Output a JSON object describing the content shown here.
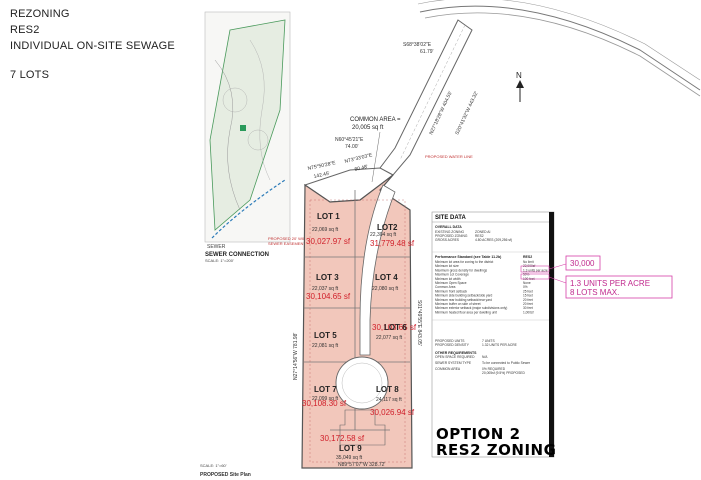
{
  "header": {
    "line1": "REZONING",
    "line2": "RES2",
    "line3": "INDIVIDUAL ON-SITE SEWAGE",
    "line4": "7 LOTS"
  },
  "north_label": "N",
  "bearings": {
    "top_right": "S68°38'02\"E",
    "top_right_dist": "61.79'",
    "access_left": "N27°18'28\"W  404.55'",
    "access_right": "S20°41'32\"W  443.32'",
    "west_1": "N75°50'28\"E",
    "west_1_dist": "142.45'",
    "west_2": "N73°33'03\"E",
    "west_2_dist": "80.48'",
    "mid": "N60°45'21\"E",
    "mid_dist": "74.00'",
    "bottom": "N89°57'07\"W  328.72'",
    "west_long": "N27°14'56\"W  781.98'",
    "east_long": "S01°49'55\"E  843.05'"
  },
  "common_area": {
    "label": "COMMON AREA =",
    "value": "20,005 sq ft"
  },
  "waterline_note": "PROPOSED WATER LINE",
  "sewer": {
    "title": "SEWER CONNECTION",
    "scale": "SCALE: 1\"=200'",
    "note1": "PROPOSED 20' WIDE",
    "note2": "SEWER EASEMENT"
  },
  "lots": [
    {
      "name": "LOT 1",
      "sqft": "22,069 sq ft",
      "sf": "30,027.97 sf"
    },
    {
      "name": "LOT2",
      "sqft": "22,304 sq ft",
      "sf": "31,779.48 sf"
    },
    {
      "name": "LOT 3",
      "sqft": "22,037 sq ft",
      "sf": "30,104.65 sf"
    },
    {
      "name": "LOT 4",
      "sqft": "22,080 sq ft",
      "sf": ""
    },
    {
      "name": "LOT 5",
      "sqft": "22,081 sq ft",
      "sf": ""
    },
    {
      "name": "LOT 6",
      "sqft": "22,077 sq ft",
      "sf": "30,103.65 sf"
    },
    {
      "name": "LOT 7",
      "sqft": "22,099 sq ft",
      "sf": "30,108.30 sf"
    },
    {
      "name": "LOT 8",
      "sqft": "24,117 sq ft",
      "sf": "30,026.94 sf"
    },
    {
      "name": "LOT 9",
      "sqft": "35,049 sq ft",
      "sf": "30,172.58 sf"
    }
  ],
  "site_data": {
    "title": "SITE DATA",
    "overall": "OVERALL DATA",
    "existing": "EXISTING ZONING",
    "existing_v": "ZONED AI",
    "proposed": "PROPOSED ZONING",
    "proposed_v": "RES2",
    "gross": "GROSS ACRES",
    "gross_v": "4.80 ACRES (209,256 sf)",
    "perf_title": "Performance Standard (see Table 11.2b)",
    "perf_col": "RES2",
    "rows": [
      {
        "k": "Minimum lot area for zoning to the district",
        "v": "No limit"
      },
      {
        "k": "Minimum lot size",
        "v": "22,000sf"
      },
      {
        "k": "Maximum gross density for dwellings",
        "v": "1.3 units per acre"
      },
      {
        "k": "Maximum Lot Coverage",
        "v": "50%"
      },
      {
        "k": "Minimum lot width",
        "v": "100 feet"
      },
      {
        "k": "Minimum Open Space",
        "v": "None"
      },
      {
        "k": "Common Area",
        "v": "0%"
      },
      {
        "k": "Minimum front setback",
        "v": "25 feet"
      },
      {
        "k": "Minimum side building setback/side yard",
        "v": "15 feet"
      },
      {
        "k": "Minimum rear building setback/rear yard",
        "v": "20 feet"
      },
      {
        "k": "Minimum buffer on side of street",
        "v": "20 feet"
      },
      {
        "k": "Minimum exterior setback (major subdivisions only)",
        "v": "30 feet"
      },
      {
        "k": "Minimum heated floor area per dwelling unit",
        "v": "1,000sf"
      }
    ],
    "units": "PROPOSED UNITS",
    "units_v": "7 UNITS",
    "density": "PROPOSED DENSITY",
    "density_v": "1.32 UNITS PER ACRE",
    "other": "OTHER REQUIREMENTS",
    "open": "OPEN SPACE REQUIRED",
    "open_v": "N/A",
    "sewer": "SEWER SYSTEM TYPE",
    "sewer_v": "To be connected to Public Sewer",
    "common": "COMMON AREA",
    "common_v": "0% REQUIRED",
    "common_v2": "20,005sf (9.5%) PROPOSED"
  },
  "callouts": {
    "min_lot": "30,000",
    "density_1": "1.3 UNITS PER ACRE",
    "density_2": "8 LOTS MAX."
  },
  "option": {
    "line1": "OPTION 2",
    "line2": "RES2 ZONING"
  },
  "footer": {
    "scale": "SCALE: 1\"=60'",
    "plan": "PROPOSED Site Plan"
  },
  "colors": {
    "lot_fill": "#f2c7bb",
    "red_ink": "#d0202a",
    "magenta": "#d63fa8",
    "line": "#555555"
  }
}
